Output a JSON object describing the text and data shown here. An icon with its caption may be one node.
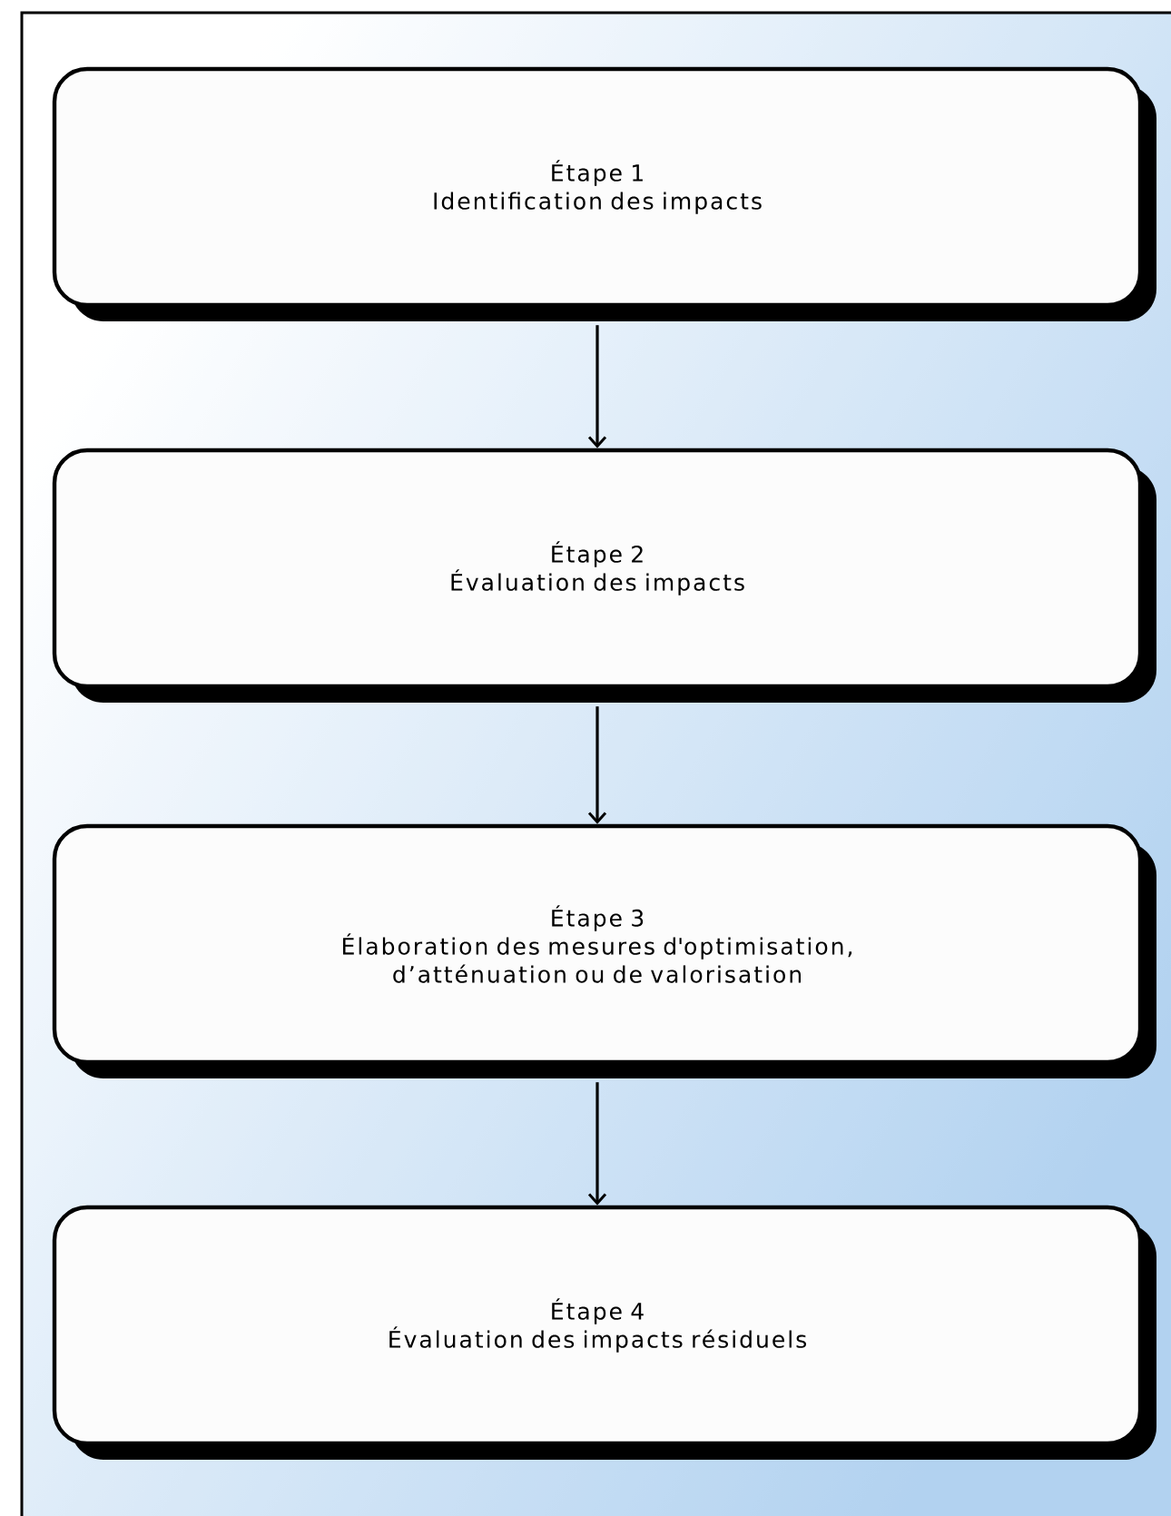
{
  "diagram": {
    "nodes": [
      {
        "text": [
          "Étape 1",
          "Identification des impacts"
        ]
      },
      {
        "text": [
          "Étape 2",
          "Évaluation des impacts"
        ]
      },
      {
        "text": [
          "Étape 3",
          "Élaboration des mesures d'optimisation, d’atténuation ou de valorisation"
        ]
      },
      {
        "text": [
          "Étape 4",
          "Évaluation des impacts résiduels"
        ]
      }
    ],
    "edges": [
      {
        "from": 0,
        "to": 1,
        "arrow": "to"
      },
      {
        "from": 1,
        "to": 2,
        "arrow": "to"
      },
      {
        "from": 2,
        "to": 3,
        "arrow": "to"
      }
    ]
  }
}
